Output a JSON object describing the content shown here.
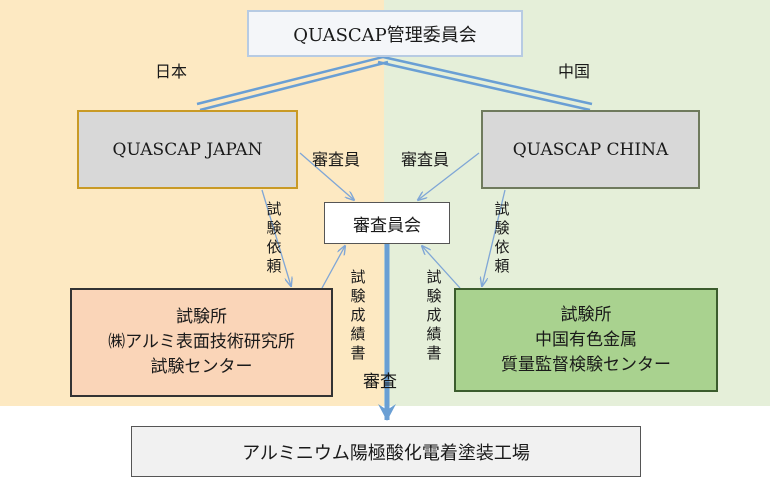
{
  "committee": {
    "label": "QUASCAP管理委員会"
  },
  "regions": {
    "japan": "日本",
    "china": "中国"
  },
  "quascap_japan": {
    "label": "QUASCAP JAPAN"
  },
  "quascap_china": {
    "label": "QUASCAP CHINA"
  },
  "examiner_labels": {
    "left": "審査員",
    "right": "審査員"
  },
  "examiner_council": {
    "label": "審査員会"
  },
  "test_request_labels": {
    "left": "試験依頼",
    "right": "試験依頼"
  },
  "test_report_labels": {
    "left": "試験成績書",
    "right": "試験成績書"
  },
  "lab_japan": {
    "line1": "試験所",
    "line2": "㈱アルミ表面技術研究所",
    "line3": "試験センター"
  },
  "lab_china": {
    "line1": "試験所",
    "line2": "中国有色金属",
    "line3": "質量監督検験センター"
  },
  "review_label": "審査",
  "factory": {
    "label": "アルミニウム陽極酸化電着塗装工場"
  },
  "colors": {
    "japan_bg": "#fde9c2",
    "china_bg": "#e5efd9",
    "blue_line": "#6a9fd4",
    "thin_arrow": "#7fa6d6",
    "lab_japan_fill": "#fad5b8",
    "lab_china_fill": "#a9d28f"
  }
}
